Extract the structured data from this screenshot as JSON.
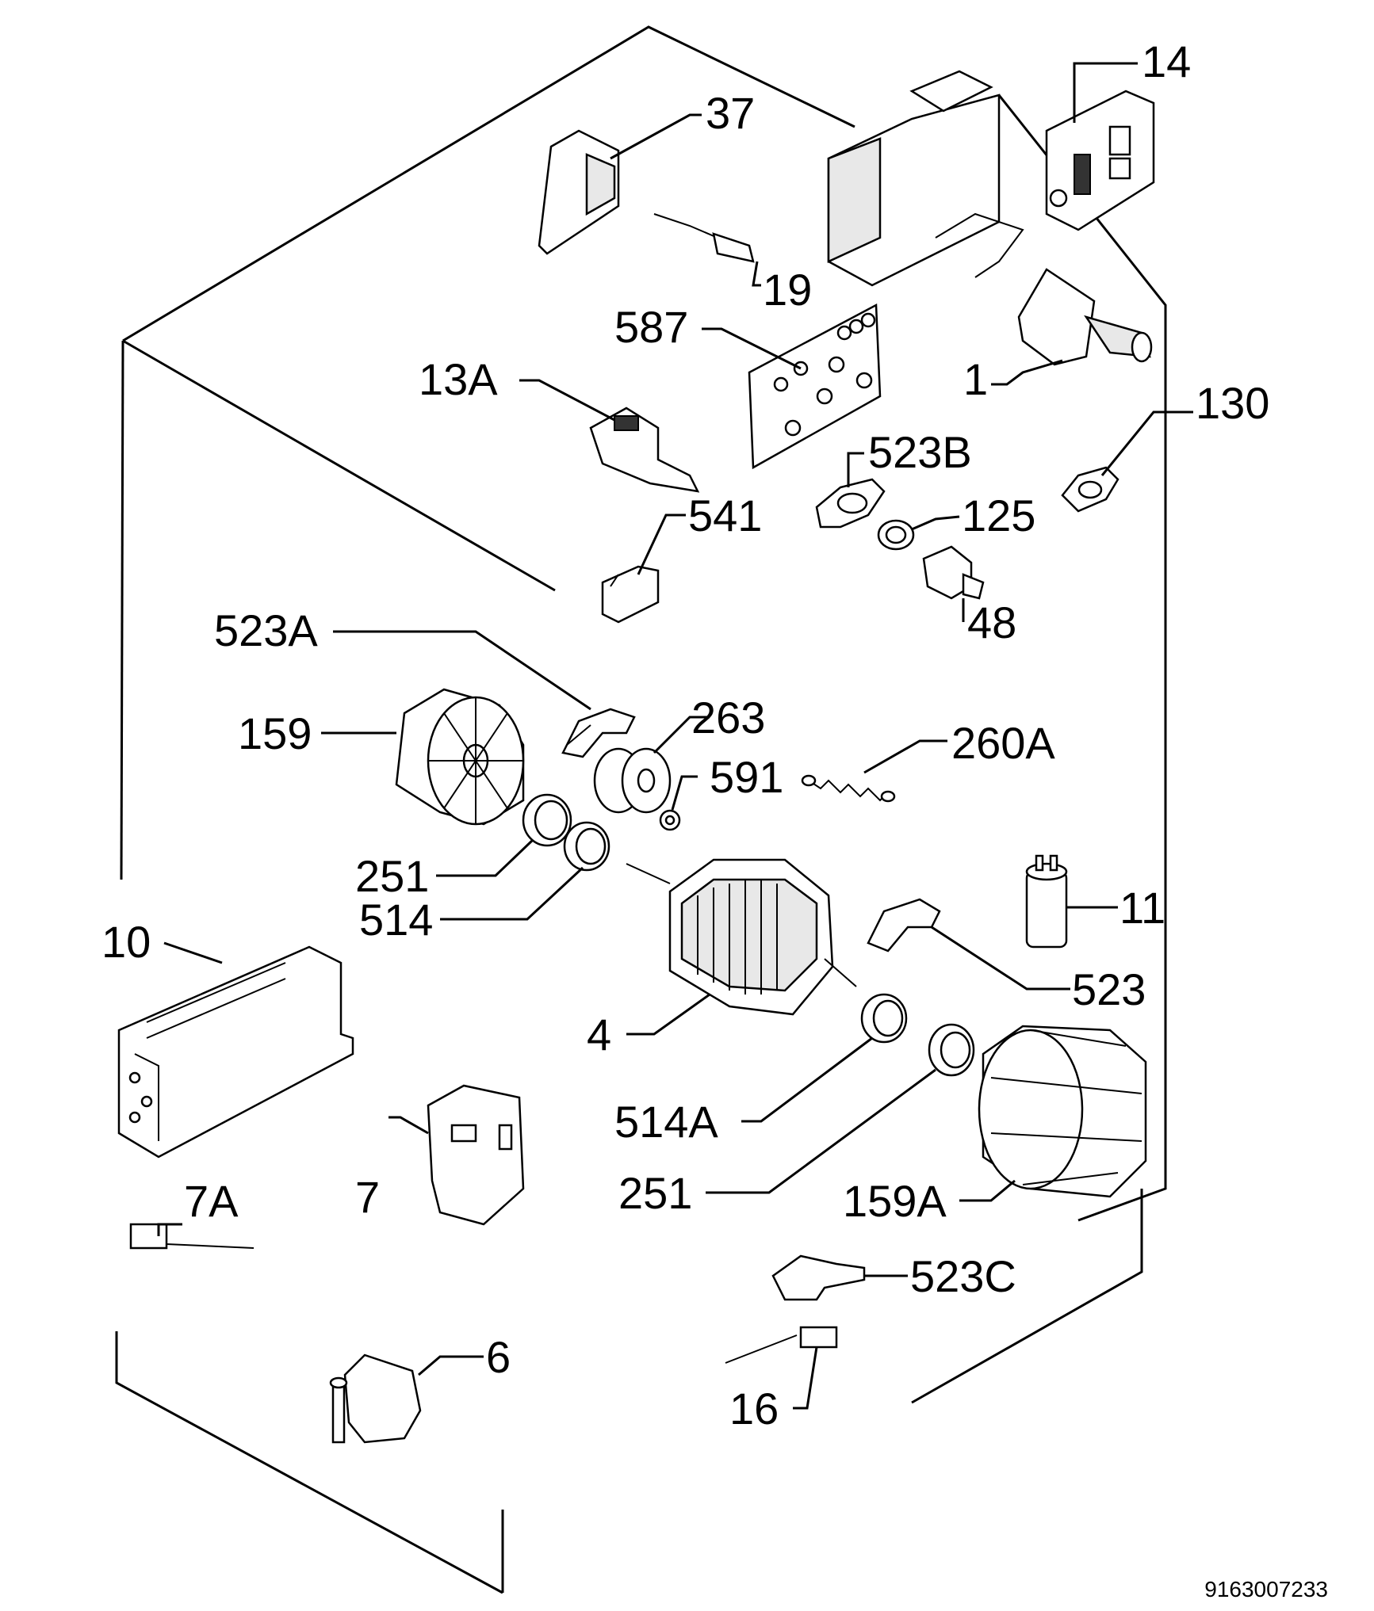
{
  "diagram": {
    "drawing_number": "9163007233",
    "callouts": [
      "14",
      "37",
      "19",
      "587",
      "1",
      "13A",
      "130",
      "523B",
      "125",
      "541",
      "48",
      "523A",
      "159",
      "263",
      "591",
      "260A",
      "251",
      "514",
      "11",
      "10",
      "523",
      "4",
      "514A",
      "7",
      "251",
      "159A",
      "7A",
      "523C",
      "6",
      "16"
    ]
  }
}
